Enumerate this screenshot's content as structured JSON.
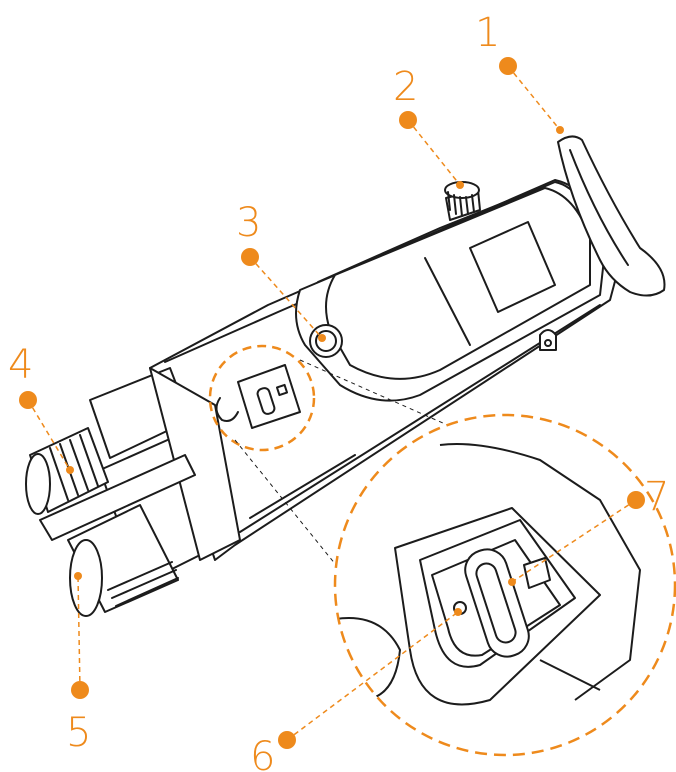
{
  "accent_color": "#ee8a1c",
  "line_color": "#1c1c1c",
  "callouts": [
    {
      "label": "1"
    },
    {
      "label": "2"
    },
    {
      "label": "3"
    },
    {
      "label": "4"
    },
    {
      "label": "5"
    },
    {
      "label": "6"
    },
    {
      "label": "7"
    }
  ]
}
